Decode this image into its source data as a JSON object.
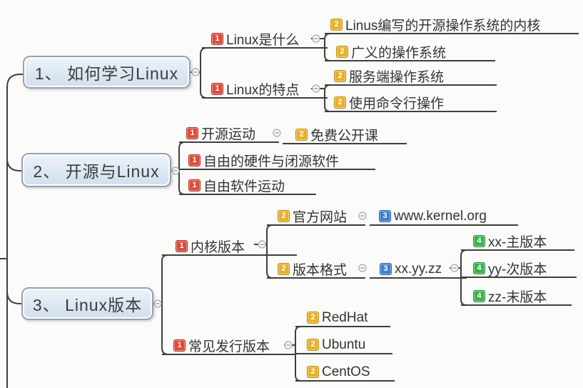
{
  "mindmap": {
    "branches": [
      {
        "title": "1、 如何学习Linux",
        "children": [
          {
            "badge": "1",
            "text": "Linux是什么",
            "children": [
              {
                "badge": "2",
                "text": "Linus编写的开源操作系统的内核"
              },
              {
                "badge": "2",
                "text": "广义的操作系统"
              }
            ]
          },
          {
            "badge": "1",
            "text": "Linux的特点",
            "children": [
              {
                "badge": "2",
                "text": "服务端操作系统"
              },
              {
                "badge": "2",
                "text": "使用命令行操作"
              }
            ]
          }
        ]
      },
      {
        "title": "2、 开源与Linux",
        "children": [
          {
            "badge": "1",
            "text": "开源运动",
            "children": [
              {
                "badge": "2",
                "text": "免费公开课"
              }
            ]
          },
          {
            "badge": "1",
            "text": "自由的硬件与闭源软件",
            "children": []
          },
          {
            "badge": "1",
            "text": "自由软件运动",
            "children": []
          }
        ]
      },
      {
        "title": "3、 Linux版本",
        "children": [
          {
            "badge": "1",
            "text": "内核版本",
            "children": [
              {
                "badge": "2",
                "text": "官方网站",
                "children": [
                  {
                    "badge": "3",
                    "text": "www.kernel.org"
                  }
                ]
              },
              {
                "badge": "2",
                "text": "版本格式",
                "children": [
                  {
                    "badge": "3",
                    "text": "xx.yy.zz",
                    "children": [
                      {
                        "badge": "4",
                        "text": "xx-主版本"
                      },
                      {
                        "badge": "4",
                        "text": "yy-次版本"
                      },
                      {
                        "badge": "4",
                        "text": "zz-末版本"
                      }
                    ]
                  }
                ]
              }
            ]
          },
          {
            "badge": "1",
            "text": "常见发行版本",
            "children": [
              {
                "badge": "2",
                "text": "RedHat"
              },
              {
                "badge": "2",
                "text": "Ubuntu"
              },
              {
                "badge": "2",
                "text": "CentOS"
              }
            ]
          }
        ]
      }
    ]
  },
  "colors": {
    "marker_level1": "#dd4b39",
    "marker_level2": "#eab025",
    "marker_level3": "#3b7fd4",
    "marker_level4": "#37b34a",
    "main_topic_fill": "#dce7f3",
    "main_topic_border": "#97a1ad",
    "connector_line": "#3f3f3f"
  }
}
